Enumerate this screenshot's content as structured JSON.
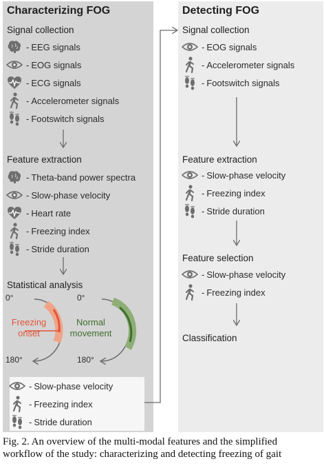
{
  "left": {
    "title": "Characterizing FOG",
    "signal_collection": {
      "title": "Signal collection",
      "items": [
        {
          "icon": "brain-icon",
          "label": "EEG signals"
        },
        {
          "icon": "eye-icon",
          "label": "EOG signals"
        },
        {
          "icon": "heart-icon",
          "label": "ECG signals"
        },
        {
          "icon": "walker-icon",
          "label": "Accelerometer signals"
        },
        {
          "icon": "footprints-icon",
          "label": "Footswitch signals"
        }
      ]
    },
    "feature_extraction": {
      "title": "Feature extraction",
      "items": [
        {
          "icon": "brain-icon",
          "label": "Theta-band power spectra"
        },
        {
          "icon": "eye-icon",
          "label": "Slow-phase velocity"
        },
        {
          "icon": "heart-icon",
          "label": "Heart rate"
        },
        {
          "icon": "walker-icon",
          "label": "Freezing index"
        },
        {
          "icon": "footprints-icon",
          "label": "Stride duration"
        }
      ]
    },
    "statistical_analysis": {
      "title": "Statistical analysis",
      "freezing": {
        "label_line1": "Freezing",
        "label_line2": "onset",
        "deg_start": "0°",
        "deg_end": "180°",
        "color": "#e2553a",
        "band_color": "#f0a487"
      },
      "normal": {
        "label_line1": "Normal",
        "label_line2": "movement",
        "deg_start": "0°",
        "deg_end": "180°",
        "color": "#3f6f2f",
        "band_color": "#8fae76"
      }
    },
    "summary": [
      {
        "icon": "eye-icon",
        "label": "Slow-phase velocity"
      },
      {
        "icon": "walker-icon",
        "label": "Freezing index"
      },
      {
        "icon": "footprints-icon",
        "label": "Stride duration"
      }
    ]
  },
  "right": {
    "title": "Detecting FOG",
    "signal_collection": {
      "title": "Signal collection",
      "items": [
        {
          "icon": "eye-icon",
          "label": "EOG signals"
        },
        {
          "icon": "walker-icon",
          "label": "Accelerometer signals"
        },
        {
          "icon": "footprints-icon",
          "label": "Footswitch signals"
        }
      ]
    },
    "feature_extraction": {
      "title": "Feature extraction",
      "items": [
        {
          "icon": "eye-icon",
          "label": "Slow-phase velocity"
        },
        {
          "icon": "walker-icon",
          "label": "Freezing index"
        },
        {
          "icon": "footprints-icon",
          "label": "Stride duration"
        }
      ]
    },
    "feature_selection": {
      "title": "Feature selection",
      "items": [
        {
          "icon": "eye-icon",
          "label": "Slow-phase velocity"
        },
        {
          "icon": "walker-icon",
          "label": "Freezing index"
        }
      ]
    },
    "classification": {
      "title": "Classification"
    }
  },
  "caption": {
    "line1": "Fig. 2.  An overview of the multi-modal features and the simplified",
    "line2": "workflow of the study: characterizing and detecting freezing of gait"
  },
  "colors": {
    "left_panel": "#d4d4d4",
    "right_panel": "#ececec",
    "arrow": "#6b6b6b",
    "icon": "#6e6e6e"
  }
}
